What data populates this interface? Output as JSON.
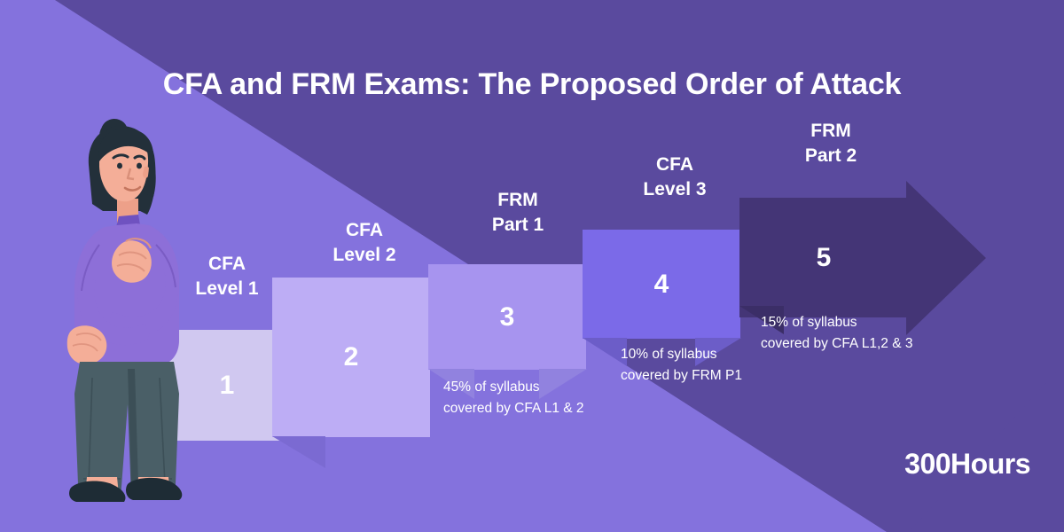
{
  "title": "CFA and FRM Exams: The Proposed Order of Attack",
  "brand": {
    "logo": "300Hours",
    "bg_light": "#8472dd",
    "bg_dark": "#5a4a9e",
    "text_color": "#ffffff"
  },
  "steps": [
    {
      "number": "1",
      "label": "CFA\nLevel 1",
      "note": "",
      "color": "#d0c8f0"
    },
    {
      "number": "2",
      "label": "CFA\nLevel 2",
      "note": "",
      "color": "#bdadf5"
    },
    {
      "number": "3",
      "label": "FRM\nPart 1",
      "note": "45% of syllabus\ncovered by CFA L1 & 2",
      "color": "#a794ef"
    },
    {
      "number": "4",
      "label": "CFA\nLevel 3",
      "note": "10% of syllabus\ncovered by FRM P1",
      "color": "#7b6ae8"
    },
    {
      "number": "5",
      "label": "FRM\nPart 2",
      "note": "15% of syllabus\ncovered by CFA L1,2 & 3",
      "color": "#443576"
    }
  ],
  "illustration": {
    "name": "woman-thinking-illustration",
    "hair_color": "#23303a",
    "skin_color": "#f4ae98",
    "sweater_color": "#8d6fd8",
    "pants_color": "#4a5f67",
    "shoe_color": "#1e2c35"
  }
}
